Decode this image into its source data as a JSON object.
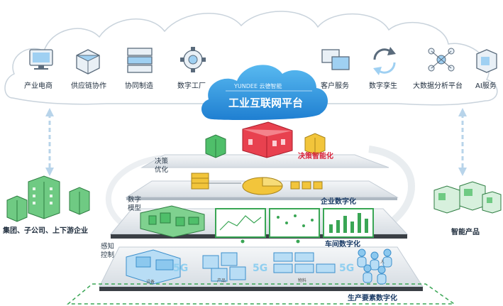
{
  "cloud": {
    "brand": "YUNDEE 云德智能",
    "title": "工业互联网平台"
  },
  "services": [
    {
      "label": "产业电商",
      "icon": "monitor-icon"
    },
    {
      "label": "供应链协作",
      "icon": "supply-chain-icon"
    },
    {
      "label": "协同制造",
      "icon": "server-stack-icon"
    },
    {
      "label": "数字工厂",
      "icon": "gear-icon"
    },
    {
      "label": "客户服务",
      "icon": "customer-service-icon"
    },
    {
      "label": "数字孪生",
      "icon": "twin-arrows-icon"
    },
    {
      "label": "大数据分析平台",
      "icon": "network-nodes-icon"
    },
    {
      "label": "AI服务",
      "icon": "ai-icon"
    }
  ],
  "layers": [
    {
      "side": "决策优化",
      "tag": "决策智能化"
    },
    {
      "side": "数字模型",
      "tag": "企业数字化"
    },
    {
      "side": "",
      "tag": "车间数字化"
    },
    {
      "side": "感知控制",
      "tag": "生产要素数字化"
    }
  ],
  "left_group": {
    "label": "集团、子公司、上下游企业"
  },
  "right_group": {
    "label": "智能产品"
  },
  "bottom_items": {
    "equipment": "设备",
    "product": "产品",
    "material": "物料",
    "person": "人",
    "network": "5G"
  },
  "colors": {
    "cloud": "#2f9be0",
    "accent_green": "#3aa655",
    "decision_red": "#e8414f",
    "platform_gray": "#cfd6dd"
  }
}
